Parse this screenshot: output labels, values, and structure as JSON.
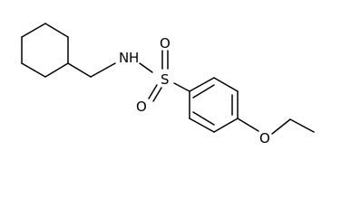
{
  "molecule": {
    "atoms": {
      "nitrogen": "N",
      "hydrogen": "H",
      "sulfur": "S",
      "oxygen_top": "O",
      "oxygen_bottom": "O",
      "oxygen_ether": "O"
    }
  },
  "colors": {
    "bond": "#000000",
    "label": "#000000",
    "background": "#ffffff"
  }
}
